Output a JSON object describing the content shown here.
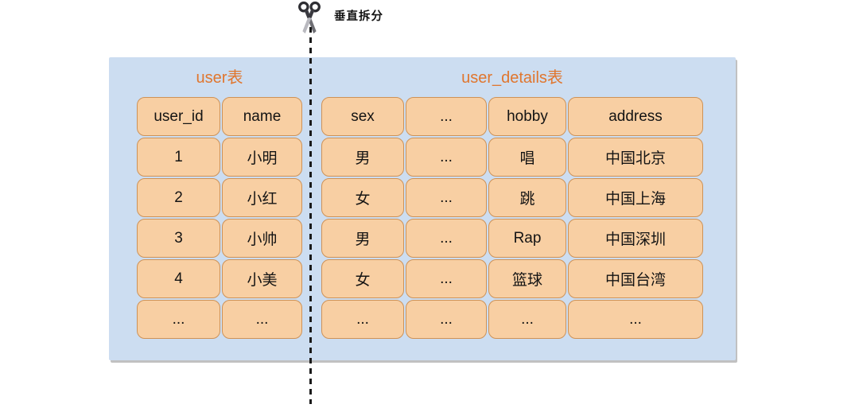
{
  "annotation": {
    "label": "垂直拆分",
    "icon": "scissors-icon"
  },
  "colors": {
    "container_bg": "#CCDDF1",
    "container_shadow": "#C1C1C1",
    "cell_bg": "#F8CFA3",
    "cell_border": "#CE9257",
    "title_color": "#E0762E",
    "line_color": "#1A1A1A"
  },
  "tables": [
    {
      "title": "user表",
      "headers": [
        "user_id",
        "name"
      ],
      "rows": [
        [
          "1",
          "小明"
        ],
        [
          "2",
          "小红"
        ],
        [
          "3",
          "小帅"
        ],
        [
          "4",
          "小美"
        ],
        [
          "...",
          "..."
        ]
      ]
    },
    {
      "title": "user_details表",
      "headers": [
        "sex",
        "...",
        "hobby",
        "address"
      ],
      "rows": [
        [
          "男",
          "...",
          "唱",
          "中国北京"
        ],
        [
          "女",
          "...",
          "跳",
          "中国上海"
        ],
        [
          "男",
          "...",
          "Rap",
          "中国深圳"
        ],
        [
          "女",
          "...",
          "篮球",
          "中国台湾"
        ],
        [
          "...",
          "...",
          "...",
          "..."
        ]
      ]
    }
  ]
}
